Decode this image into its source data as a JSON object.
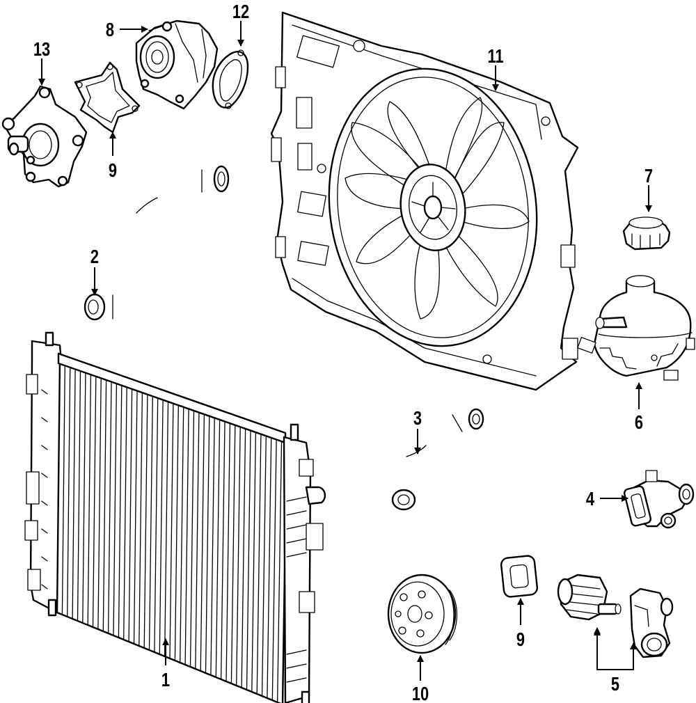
{
  "callouts": {
    "c1": "1",
    "c2": "2",
    "c3": "3",
    "c4": "4",
    "c5": "5",
    "c6": "6",
    "c7": "7",
    "c8": "8",
    "c9a": "9",
    "c9b": "9",
    "c10": "10",
    "c11": "11",
    "c12": "12",
    "c13": "13"
  },
  "colors": {
    "line": "#000000",
    "background": "#ffffff"
  },
  "icons": {
    "arrowhead": "triangle-arrow-icon"
  }
}
